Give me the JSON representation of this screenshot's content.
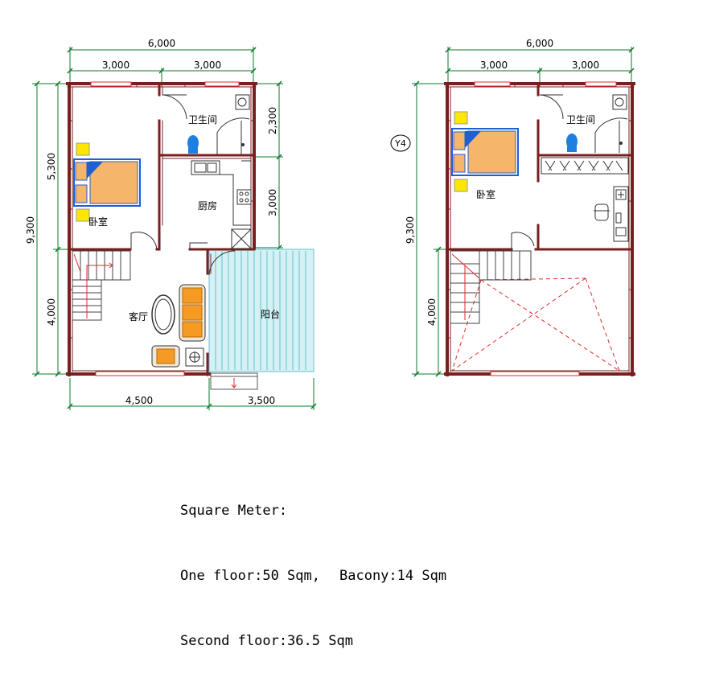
{
  "floor1": {
    "dims": {
      "top_total": "6,000",
      "top_left": "3,000",
      "top_right": "3,000",
      "left_total": "9,300",
      "left_upper": "5,300",
      "left_lower": "4,000",
      "right_upper": "2,300",
      "right_middle": "3,000",
      "bottom_left": "4,500",
      "bottom_right": "3,500"
    },
    "rooms": {
      "bedroom": "卧室",
      "bathroom": "卫生间",
      "kitchen": "厨房",
      "living": "客厅",
      "balcony": "阳台"
    }
  },
  "floor2": {
    "dims": {
      "top_total": "6,000",
      "top_left": "3,000",
      "top_right": "3,000",
      "left_total": "9,300",
      "left_lower": "4,000"
    },
    "axis_marker": "Y4",
    "rooms": {
      "bedroom": "卧室",
      "bathroom": "卫生间"
    }
  },
  "notes": {
    "heading": "Square Meter:",
    "line1_a": "One floor:50 Sqm,",
    "line1_b": "Bacony:14 Sqm",
    "line2": "Second floor:36.5 Sqm"
  },
  "colors": {
    "wall": "#7a1f1f",
    "dim_line": "#0b7a2a",
    "window": "#e02b2b",
    "bed_frame": "#1e5fd4",
    "bed_fill": "#f5b56a",
    "pillow": "#ffe600",
    "sofa": "#f59b24",
    "balcony_fill": "#d6f1f3",
    "balcony_line": "#5fc1d0",
    "toilet": "#1f7fe0"
  }
}
